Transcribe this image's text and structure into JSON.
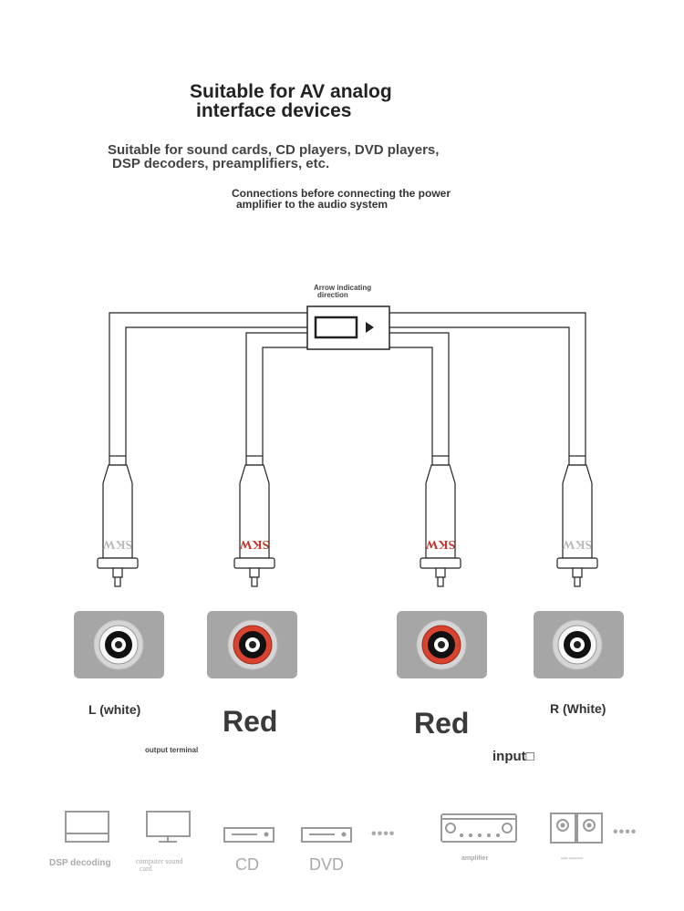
{
  "header": {
    "title_line1": "Suitable for AV analog",
    "title_line2": "interface devices",
    "subtitle_line1": "Suitable for sound cards, CD players, DVD players,",
    "subtitle_line2": "DSP decoders, preamplifiers, etc.",
    "note_line1": "Connections before connecting the power",
    "note_line2": "amplifier to the audio system"
  },
  "diagram": {
    "arrow_label_line1": "Arrow indicating",
    "arrow_label_line2": "direction",
    "brand": "SKW",
    "colors": {
      "white_brand": "#bbbbbb",
      "red_brand": "#c0392b",
      "jack_panel": "#a6a6a6",
      "red_ring": "#d8432f"
    }
  },
  "jacks": [
    {
      "label": "L (white)",
      "color": "white"
    },
    {
      "label": "Red",
      "color": "red"
    },
    {
      "label": "Red",
      "color": "red"
    },
    {
      "label": "R (White)",
      "color": "white"
    }
  ],
  "terminals": {
    "output": "output terminal",
    "input": "input□"
  },
  "devices": {
    "dsp": "DSP decoding",
    "sound_card_line1": "computer sound",
    "sound_card_line2": "card",
    "cd": "CD",
    "dvd": "DVD",
    "more1": "••••",
    "amplifier": "amplifier",
    "speakers": "audio equipment",
    "more2": "••••"
  }
}
